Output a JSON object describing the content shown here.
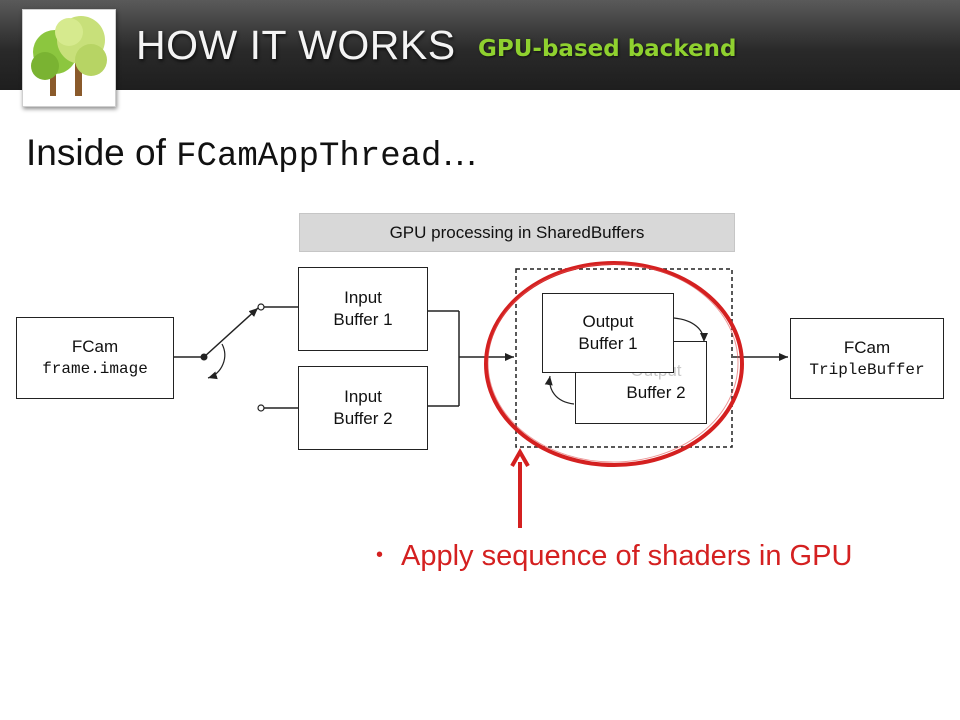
{
  "header": {
    "title": "HOW IT WORKS",
    "subtitle": "GPU-based backend",
    "logo_icon": "tree-icon",
    "subtitle_color": "#8fd12f"
  },
  "heading": {
    "prefix": "Inside of ",
    "code": "FCamAppThread",
    "suffix": "…"
  },
  "diagram": {
    "banner": "GPU processing in SharedBuffers",
    "source": {
      "line1": "FCam",
      "line2": "frame.image"
    },
    "input1": {
      "line1": "Input",
      "line2": "Buffer 1"
    },
    "input2": {
      "line1": "Input",
      "line2": "Buffer 2"
    },
    "output1": {
      "line1": "Output",
      "line2": "Buffer 1"
    },
    "output2": {
      "line1": "Output",
      "line2": "Buffer 2"
    },
    "sink": {
      "line1": "FCam",
      "line2": "TripleBuffer"
    }
  },
  "annotation": {
    "bullet": "Apply sequence of shaders in GPU",
    "highlight_color": "#d42020"
  }
}
